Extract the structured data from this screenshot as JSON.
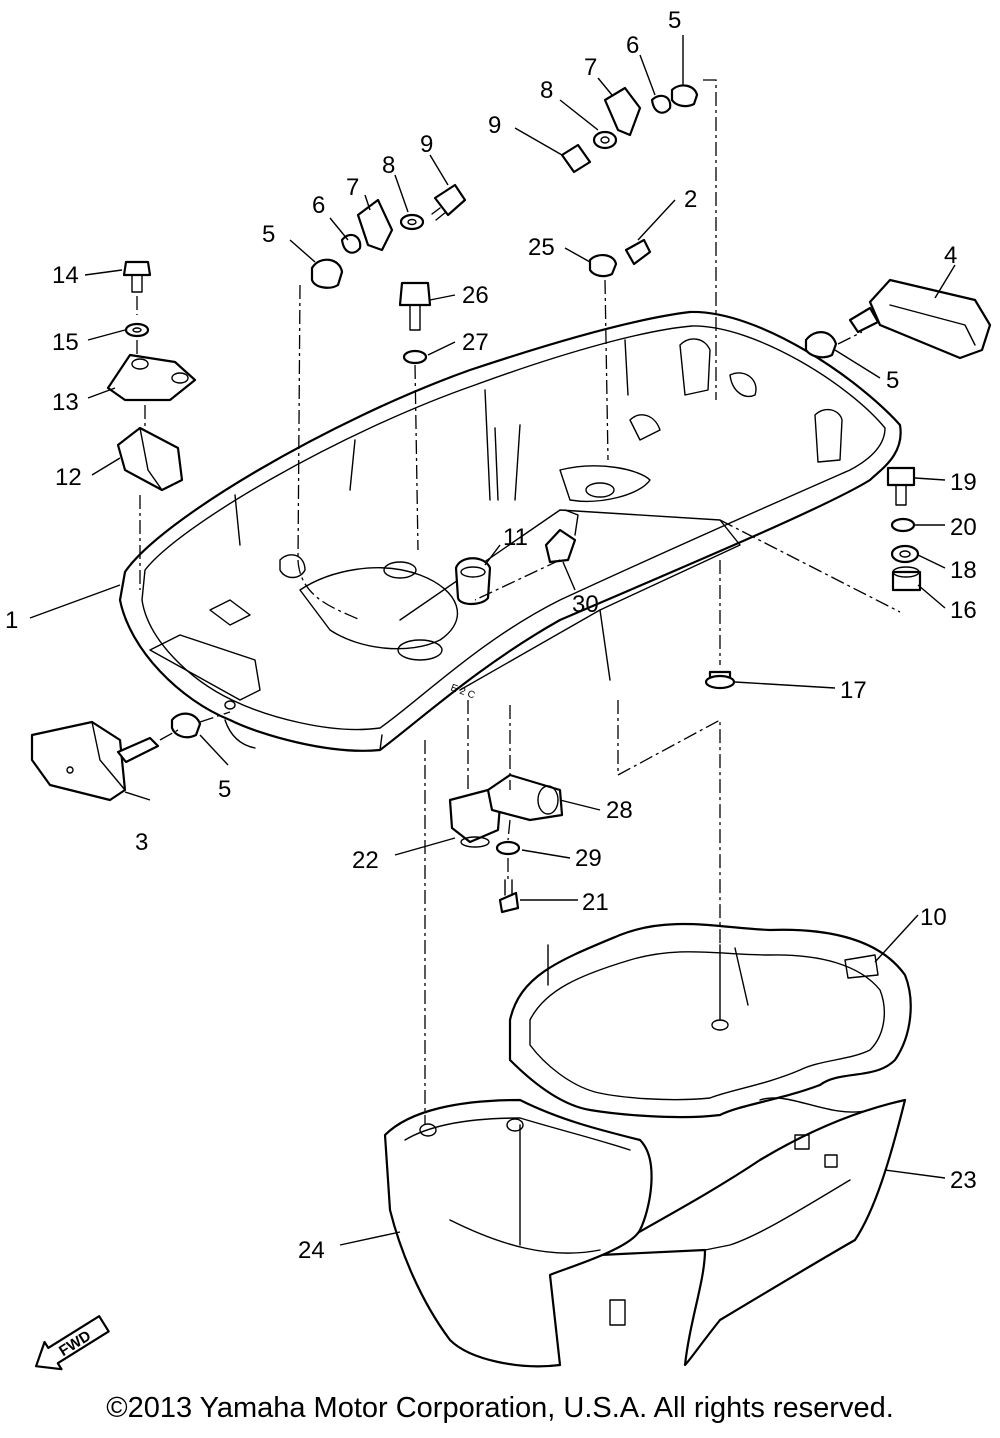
{
  "diagram": {
    "part_numbers": {
      "p1": "1",
      "p2": "2",
      "p3": "3",
      "p4": "4",
      "p5a": "5",
      "p5b": "5",
      "p5c": "5",
      "p5d": "5",
      "p6a": "6",
      "p6b": "6",
      "p7a": "7",
      "p7b": "7",
      "p8a": "8",
      "p8b": "8",
      "p9a": "9",
      "p9b": "9",
      "p10": "10",
      "p11": "11",
      "p12": "12",
      "p13": "13",
      "p14": "14",
      "p15": "15",
      "p16": "16",
      "p17": "17",
      "p18": "18",
      "p19": "19",
      "p20": "20",
      "p21": "21",
      "p22": "22",
      "p23": "23",
      "p24": "24",
      "p25": "25",
      "p26": "26",
      "p27": "27",
      "p28": "28",
      "p29": "29",
      "p30": "30"
    },
    "direction_label": "FWD"
  },
  "footer": {
    "copyright": "©2013 Yamaha Motor Corporation, U.S.A. All rights reserved."
  }
}
